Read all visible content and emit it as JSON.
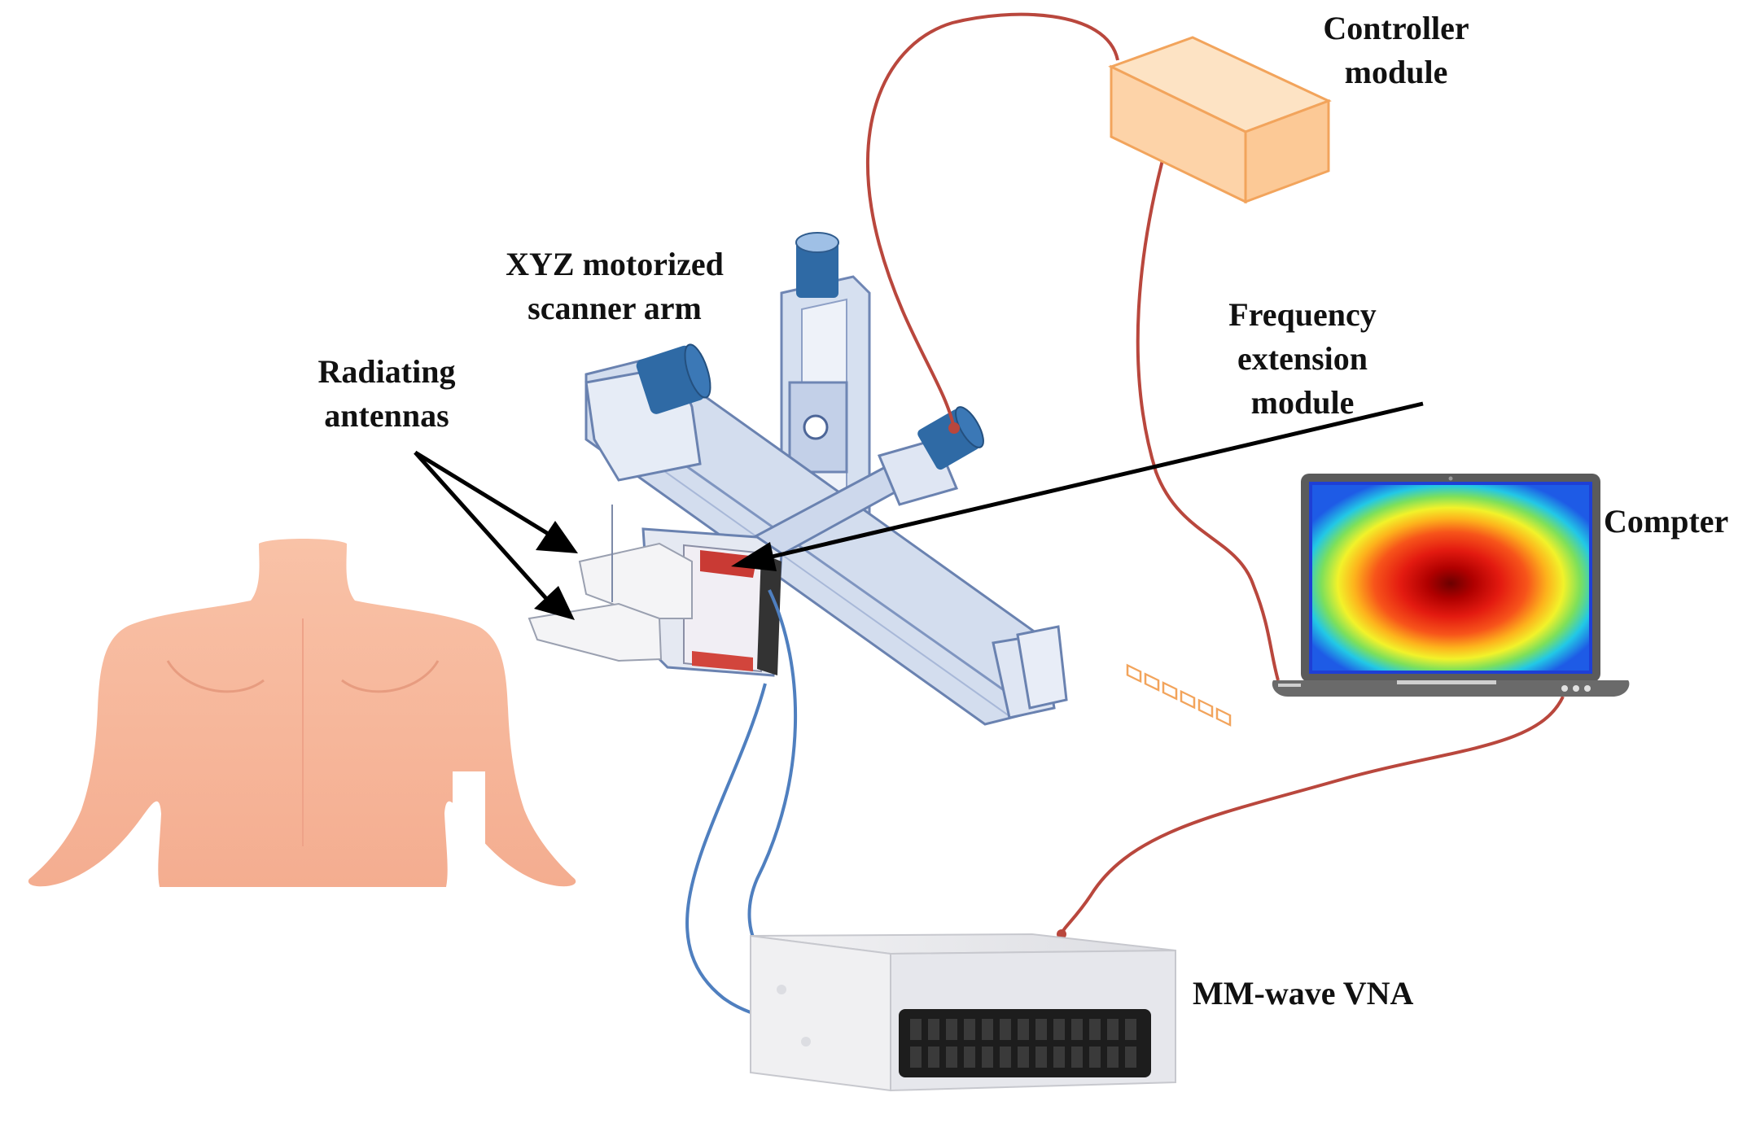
{
  "labels": {
    "controller": [
      "Controller",
      "module"
    ],
    "scanner": [
      "XYZ motorized",
      "scanner arm"
    ],
    "antennas": [
      "Radiating",
      "antennas"
    ],
    "frequency": [
      "Frequency",
      "extension",
      "module"
    ],
    "computer": "Compter",
    "vna": "MM-wave VNA"
  },
  "icons": {
    "torso": "torso-icon",
    "scanner": "xyz-scanner-icon",
    "controller": "controller-box-icon",
    "laptop": "laptop-icon",
    "vna": "vna-device-icon"
  },
  "colors": {
    "cable_red": "#b9473d",
    "cable_blue": "#4f7fbf",
    "skin": "#f6b59a",
    "controller_fill": "#fdd3a8",
    "controller_stroke": "#f2a45c",
    "scanner": "#c7d4ea",
    "laptop_frame": "#5a5a5a",
    "vna_body": "#e9e9ec"
  }
}
